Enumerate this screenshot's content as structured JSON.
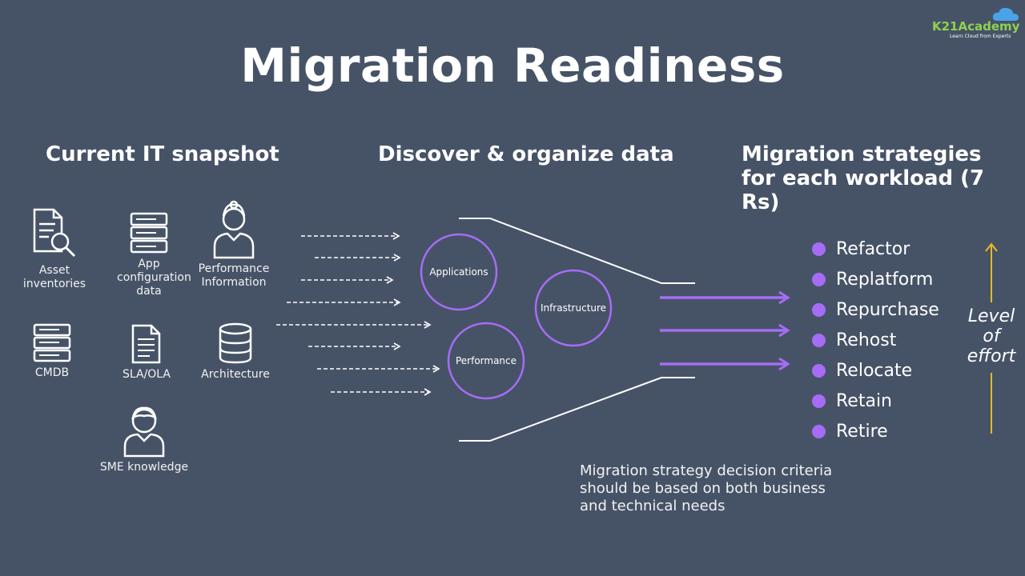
{
  "title": "Migration Readiness",
  "logo": {
    "name": "K21Academy",
    "tagline": "Learn Cloud from Experts"
  },
  "columns": {
    "snapshot": "Current IT snapshot",
    "discover": "Discover & organize data",
    "strategies": "Migration strategies for each workload (7 Rs)"
  },
  "sources": {
    "asset": "Asset inventories",
    "app_config": "App configuration data",
    "performance_info": "Performance Information",
    "cmdb": "CMDB",
    "sla": "SLA/OLA",
    "architecture": "Architecture",
    "sme": "SME knowledge"
  },
  "circles": {
    "applications": "Applications",
    "infrastructure": "Infrastructure",
    "performance": "Performance"
  },
  "strategies": [
    "Refactor",
    "Replatform",
    "Repurchase",
    "Rehost",
    "Relocate",
    "Retain",
    "Retire"
  ],
  "effort_label": {
    "line1": "Level",
    "line2": "of",
    "line3": "effort"
  },
  "note": "Migration strategy decision criteria should be based on both business and technical needs",
  "colors": {
    "background": "#465367",
    "accent": "#a66cf5",
    "arrow_effort": "#e8b923",
    "logo_green": "#8fd14f"
  }
}
